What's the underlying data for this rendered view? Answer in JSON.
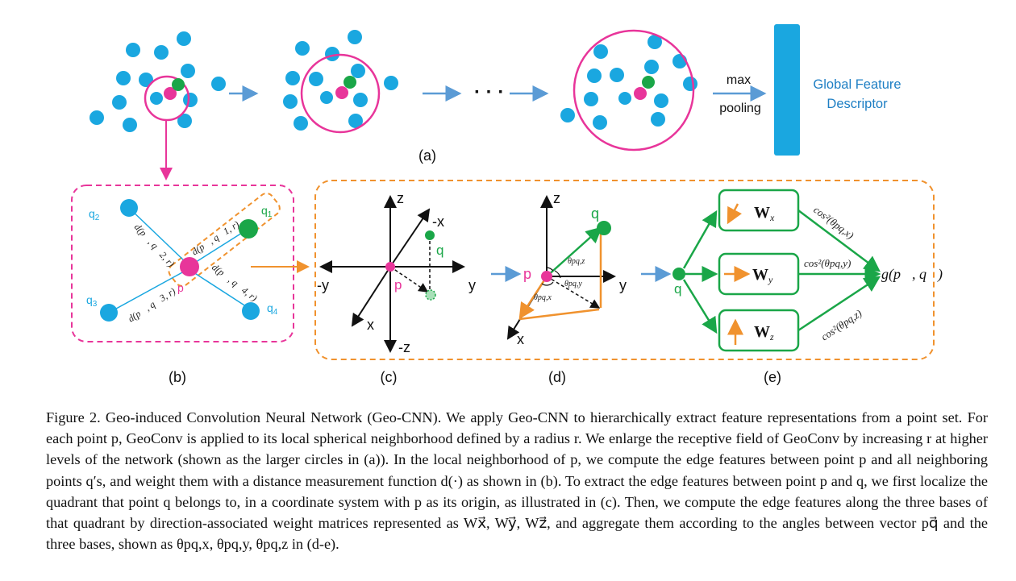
{
  "panel_a": {
    "label": "(a)",
    "ellipsis": "· · ·",
    "max_label": "max",
    "pooling_label": "pooling",
    "descriptor_label_1": "Global Feature",
    "descriptor_label_2": "Descriptor"
  },
  "panel_b": {
    "label": "(b)",
    "q1": "q",
    "q1_sub": "1",
    "q2": "q",
    "q2_sub": "2",
    "q3": "q",
    "q3_sub": "3",
    "q4": "q",
    "q4_sub": "4",
    "p": "p",
    "d1": "d(p⃗, q⃗1, r)",
    "d2": "d(p⃗, q⃗2, r)",
    "d3": "d(p⃗, q⃗3, r)",
    "d4": "d(p⃗, q⃗4, r)"
  },
  "panel_c": {
    "label": "(c)",
    "z": "z",
    "neg_z": "-z",
    "neg_x": "-x",
    "x": "x",
    "y": "y",
    "neg_y": "-y",
    "p": "p",
    "q": "q"
  },
  "panel_d": {
    "label": "(d)",
    "z": "z",
    "x": "x",
    "y": "y",
    "p": "p",
    "q": "q",
    "theta_z": "θpq,z",
    "theta_y": "θpq,y",
    "theta_x": "θpq,x"
  },
  "panel_e": {
    "label": "(e)",
    "q": "q",
    "wx": "W",
    "wx_sub": "x⃗",
    "wy": "W",
    "wy_sub": "y⃗",
    "wz": "W",
    "wz_sub": "z⃗",
    "cos_x": "cos²(θpq,x)",
    "cos_y": "cos²(θpq,y)",
    "cos_z": "cos²(θpq,z)",
    "g": "g(p⃗, q⃗)"
  },
  "caption": {
    "text": "Figure 2. Geo-induced Convolution Neural Network (Geo-CNN). We apply Geo-CNN to hierarchically extract feature representations from a point set. For each point p, GeoConv is applied to its local spherical neighborhood defined by a radius r. We enlarge the receptive field of GeoConv by increasing r at higher levels of the network (shown as the larger circles in (a)). In the local neighborhood of p, we compute the edge features between point p and all neighboring points q′s, and weight them with a distance measurement function d(·) as shown in (b). To extract the edge features between point p and q, we first localize the quadrant that point q belongs to, in a coordinate system with p as its origin, as illustrated in (c). Then, we compute the edge features along the three bases of that quadrant by direction-associated weight matrices represented as Wx⃗, Wy⃗, Wz⃗, and aggregate them according to the angles between vector pq⃗ and the three bases, shown as θpq,x, θpq,y, θpq,z in (d-e)."
  },
  "colors": {
    "blue": "#1aa7e0",
    "magenta": "#e8359a",
    "green": "#1aa648",
    "orange": "#f0922e",
    "arrow_blue": "#5b9bd5"
  }
}
